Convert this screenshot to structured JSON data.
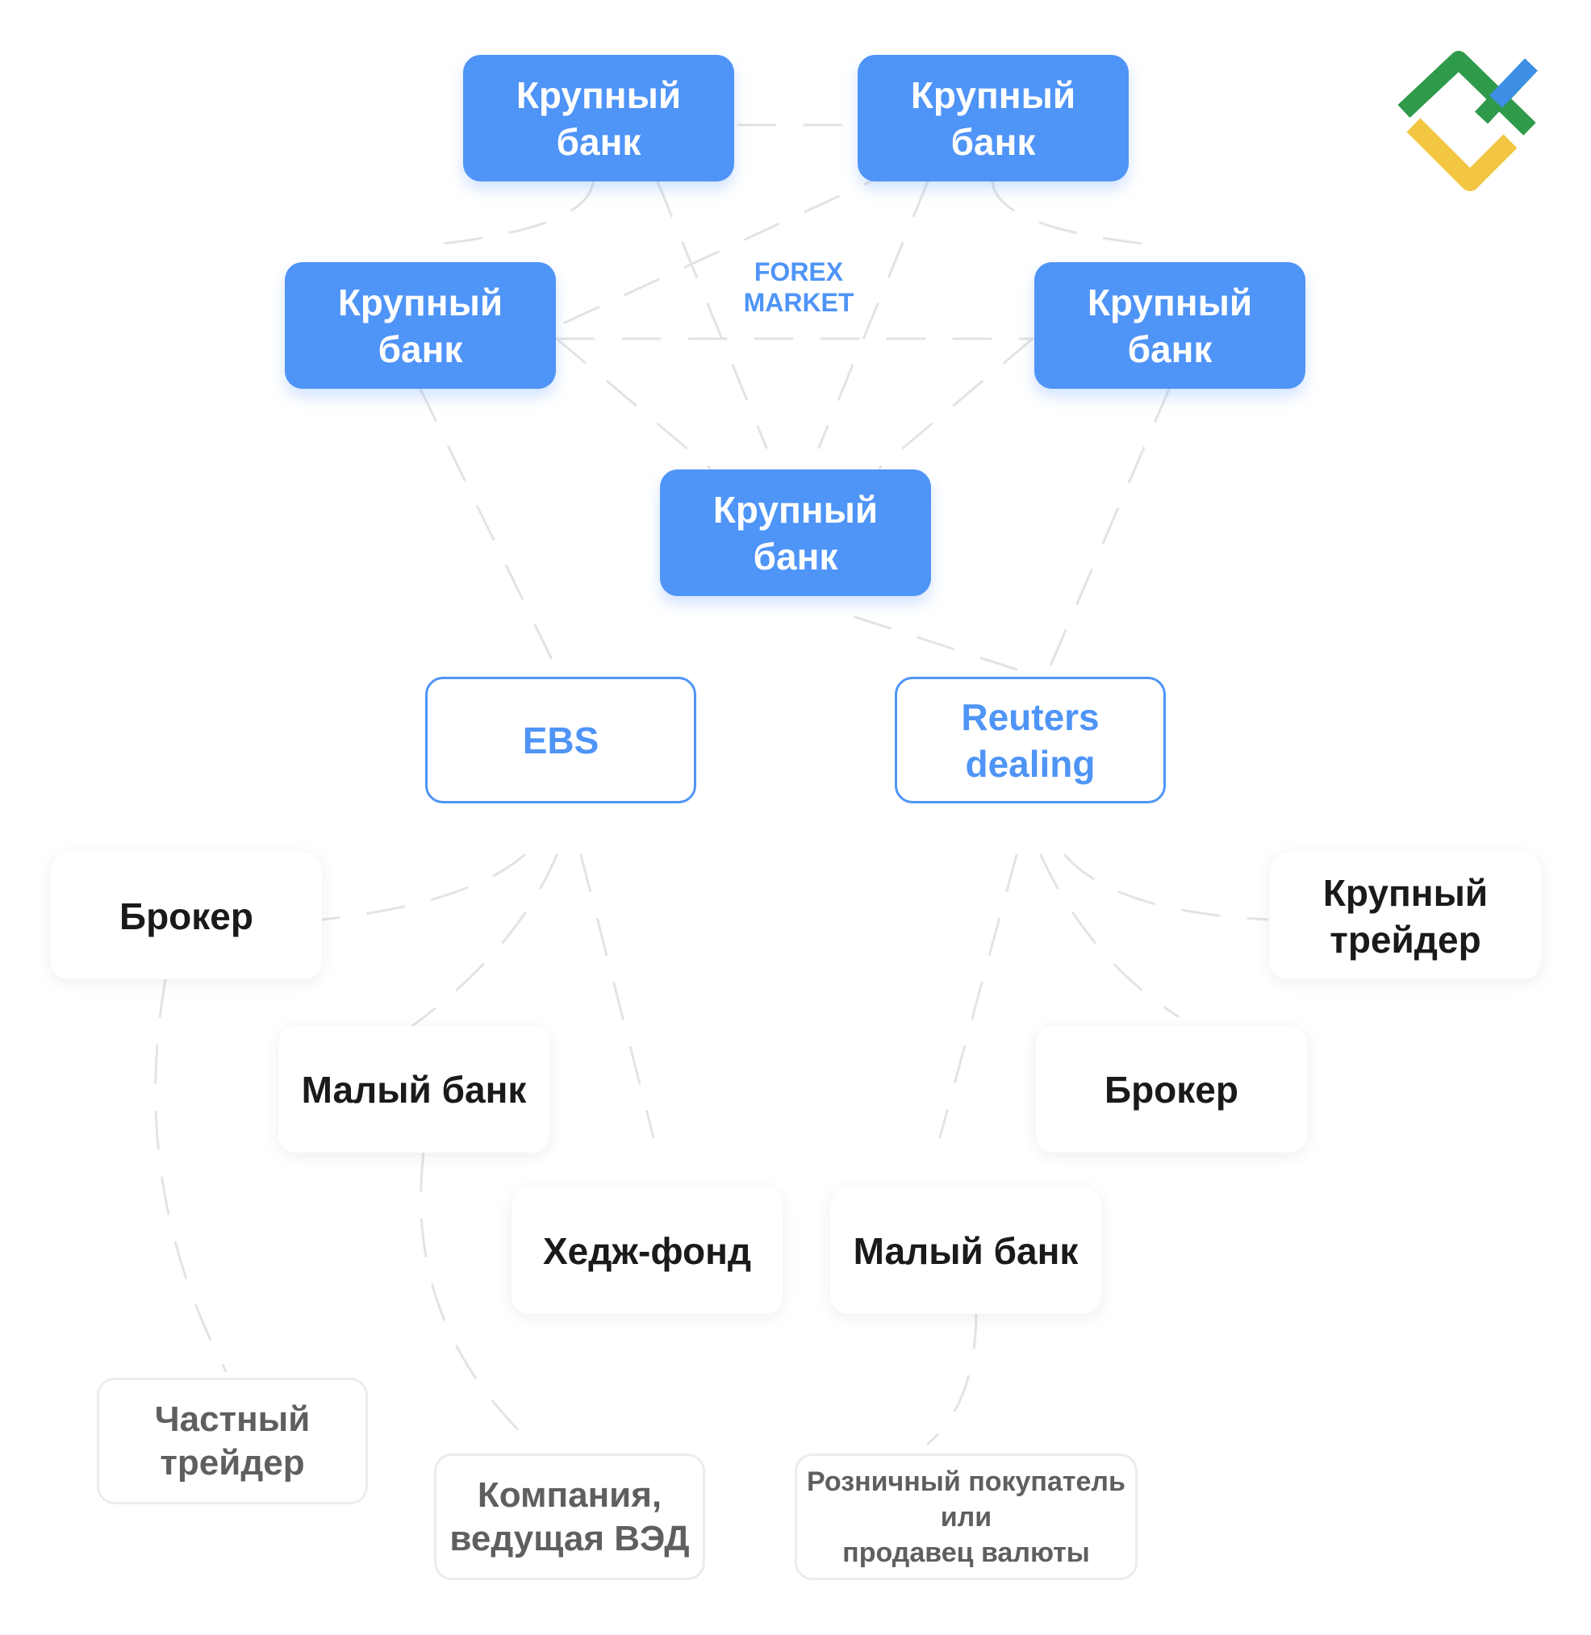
{
  "diagram": {
    "center_label": [
      "FOREX",
      "MARKET"
    ],
    "banks": [
      {
        "label": "Крупный\nбанк"
      },
      {
        "label": "Крупный\nбанк"
      },
      {
        "label": "Крупный\nбанк"
      },
      {
        "label": "Крупный\nбанк"
      },
      {
        "label": "Крупный\nбанк"
      }
    ],
    "platforms": [
      {
        "label": "EBS"
      },
      {
        "label": "Reuters\ndealing"
      }
    ],
    "participants": [
      {
        "label": "Брокер"
      },
      {
        "label": "Малый банк"
      },
      {
        "label": "Хедж-фонд"
      },
      {
        "label": "Малый банк"
      },
      {
        "label": "Брокер"
      },
      {
        "label": "Крупный\nтрейдер"
      }
    ],
    "clients": [
      {
        "label": "Частный\nтрейдер"
      },
      {
        "label": "Компания,\nведущая ВЭД"
      },
      {
        "label": "Розничный покупатель\nили\nпродавец валюты"
      }
    ],
    "colors": {
      "accent_blue": "#4f94f7",
      "logo_green": "#2f9a4a",
      "logo_yellow": "#f2c641",
      "logo_blue": "#3d8fe6"
    },
    "logo_icon": "brand-logo-icon"
  }
}
